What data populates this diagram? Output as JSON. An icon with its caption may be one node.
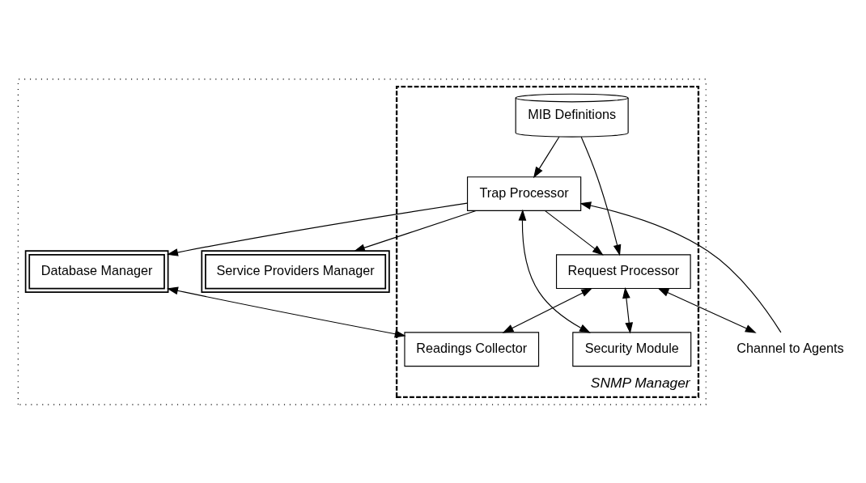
{
  "diagram": {
    "nodes": [
      {
        "text": [],
        "shape": "box"
      },
      {
        "text": [
          "Service Providers Manager"
        ],
        "in": 0
      },
      {
        "text": [
          "Database Manager"
        ],
        "in": 0
      },
      {
        "text": [
          "SNMP Manager"
        ],
        "in": 0
      },
      {
        "text": [
          "MIB Definitions"
        ],
        "in": 3
      },
      {
        "text": [
          "Trap Processor"
        ],
        "in": 3
      },
      {
        "text": [
          "Request Processor"
        ],
        "in": 3
      },
      {
        "text": [
          "Security Module"
        ],
        "in": 3
      },
      {
        "text": [
          "Readings Collector"
        ],
        "in": 3
      },
      {
        "text": [
          "Channel to Agents"
        ]
      }
    ],
    "edges": [
      {
        "from": 5,
        "to": 1,
        "arrow": "to"
      },
      {
        "from": 5,
        "to": 2,
        "arrow": "to"
      },
      {
        "from": 4,
        "to": 5,
        "arrow": "to"
      },
      {
        "from": 4,
        "to": 6,
        "arrow": "to"
      },
      {
        "from": 5,
        "to": 6,
        "arrow": "to"
      },
      {
        "from": 5,
        "to": 7,
        "arrow": "both"
      },
      {
        "from": 6,
        "to": 7,
        "arrow": "both"
      },
      {
        "from": 6,
        "to": 8,
        "arrow": "both"
      },
      {
        "from": 2,
        "to": 8,
        "arrow": "both"
      },
      {
        "from": 9,
        "to": 5,
        "arrow": "to"
      },
      {
        "from": 6,
        "to": 9,
        "arrow": "both"
      }
    ]
  }
}
